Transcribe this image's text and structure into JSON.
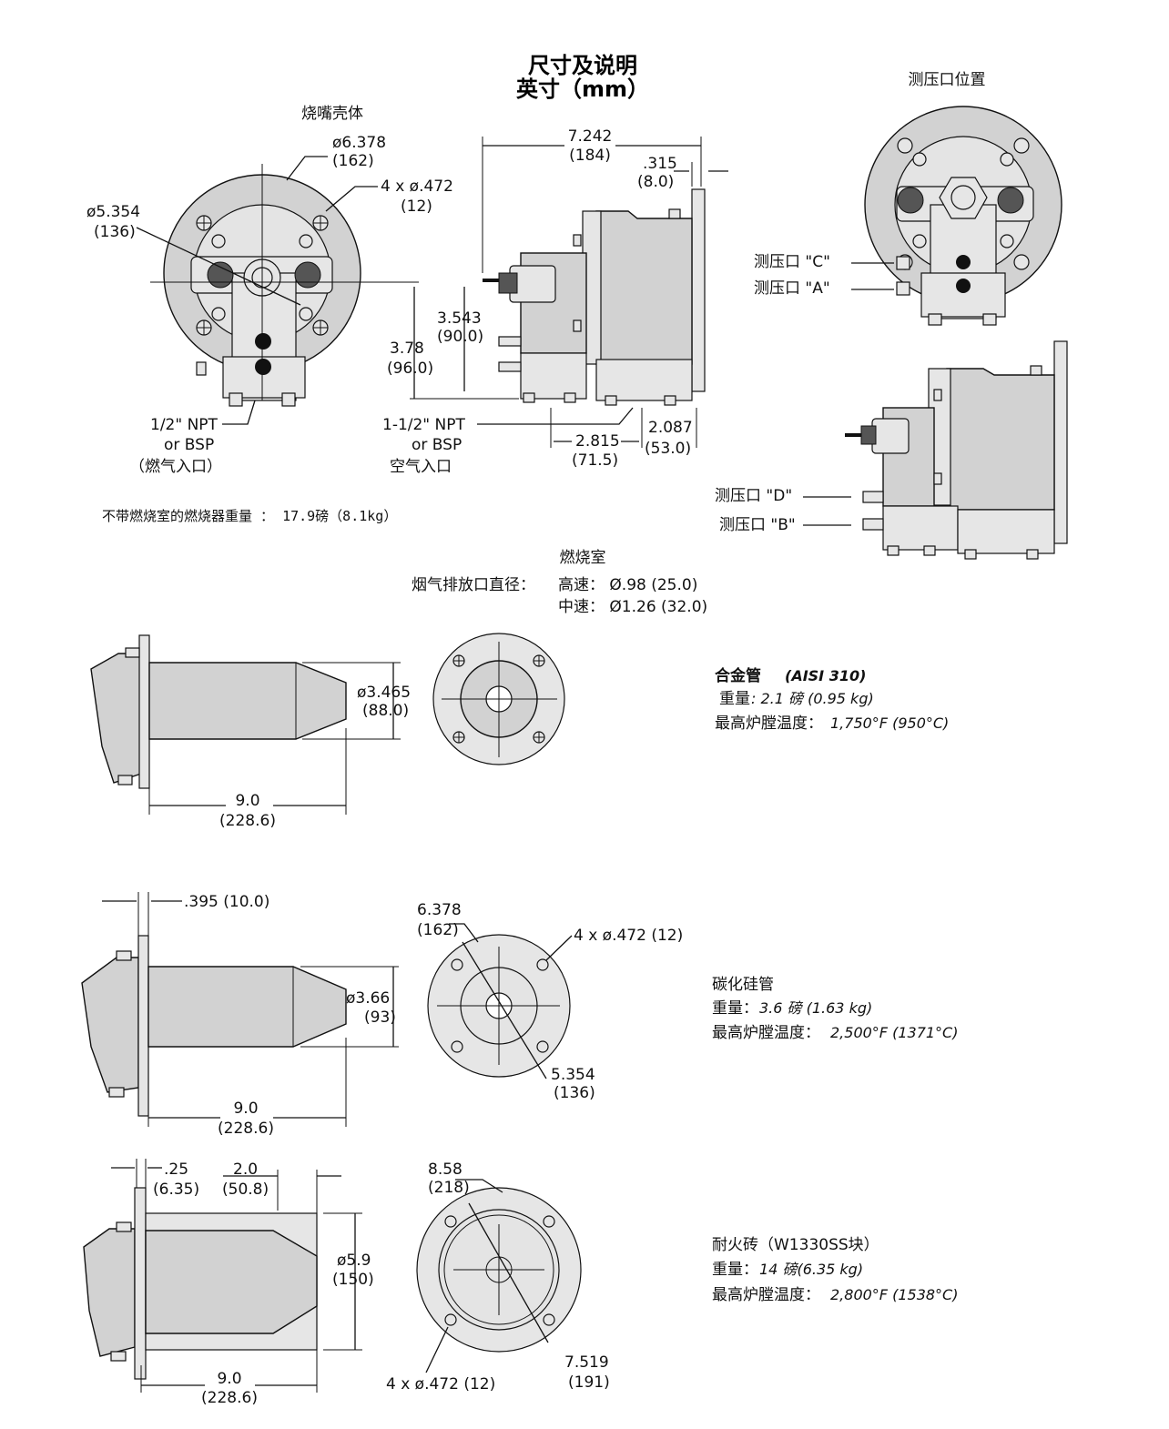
{
  "title": {
    "line1": "尺寸及说明",
    "line2": "英寸（mm）"
  },
  "top": {
    "housing_title": "烧嘴壳体",
    "dims": {
      "outer_dia": "ø6.378",
      "outer_dia_mm": "(162)",
      "bolt_holes": "4 x ø.472",
      "bolt_holes_mm": "(12)",
      "bolt_circle": "ø5.354",
      "bolt_circle_mm": "(136)",
      "length": "7.242",
      "length_mm": "(184)",
      "flange": ".315",
      "flange_mm": "(8.0)",
      "h1": "3.543",
      "h1_mm": "(90.0)",
      "h2": "3.78",
      "h2_mm": "(96.0)",
      "d1": "2.815",
      "d1_mm": "(71.5)",
      "d2": "2.087",
      "d2_mm": "(53.0)"
    },
    "gas_inlet": {
      "l1": "1/2\" NPT",
      "l2": "or BSP",
      "l3": "（燃气入口）"
    },
    "air_inlet": {
      "l1": "1-1/2\" NPT",
      "l2": "or BSP",
      "l3": "空气入口"
    },
    "weight": "不带燃烧室的燃烧器重量 ： 17.9磅（8.1kg）",
    "ports": {
      "title": "测压口位置",
      "c": "测压口 \"C\"",
      "a": "测压口 \"A\"",
      "d": "测压口 \"D\"",
      "b": "测压口 \"B\""
    }
  },
  "chamber": {
    "title": "燃烧室",
    "exhaust_label": "烟气排放口直径：",
    "high": "高速：  Ø.98 (25.0)",
    "mid": "中速：  Ø1.26 (32.0)"
  },
  "alloy": {
    "dia": "ø3.465",
    "dia_mm": "(88.0)",
    "len": "9.0",
    "len_mm": "(228.6)",
    "name": "合金管",
    "spec": "(AISI 310)",
    "weight_label": "重量",
    "weight_val": ": 2.1 磅  (0.95 kg)",
    "temp_label": "最高炉膛温度：",
    "temp_val": "1,750°F (950°C)"
  },
  "sic": {
    "flange": ".395 (10.0)",
    "outer": "6.378",
    "outer_mm": "(162)",
    "bolts": "4 x ø.472 (12)",
    "dia": "ø3.66",
    "dia_mm": "(93)",
    "bc": "5.354",
    "bc_mm": "(136)",
    "len": "9.0",
    "len_mm": "(228.6)",
    "name": "碳化硅管",
    "weight_label": "重量：",
    "weight_val": "3.6 磅 (1.63 kg)",
    "temp_label": "最高炉膛温度：",
    "temp_val": "2,500°F (1371°C)"
  },
  "brick": {
    "f1": ".25",
    "f1_mm": "(6.35)",
    "f2": "2.0",
    "f2_mm": "(50.8)",
    "outer": "8.58",
    "outer_mm": "(218)",
    "dia": "ø5.9",
    "dia_mm": "(150)",
    "len": "9.0",
    "len_mm": "(228.6)",
    "bolts": "4 x ø.472 (12)",
    "bc": "7.519",
    "bc_mm": "(191)",
    "name": "耐火砖（W1330SS块）",
    "weight_label": "重量：",
    "weight_val": "14 磅(6.35 kg)",
    "temp_label": "最高炉膛温度：",
    "temp_val": "2,800°F (1538°C)"
  }
}
